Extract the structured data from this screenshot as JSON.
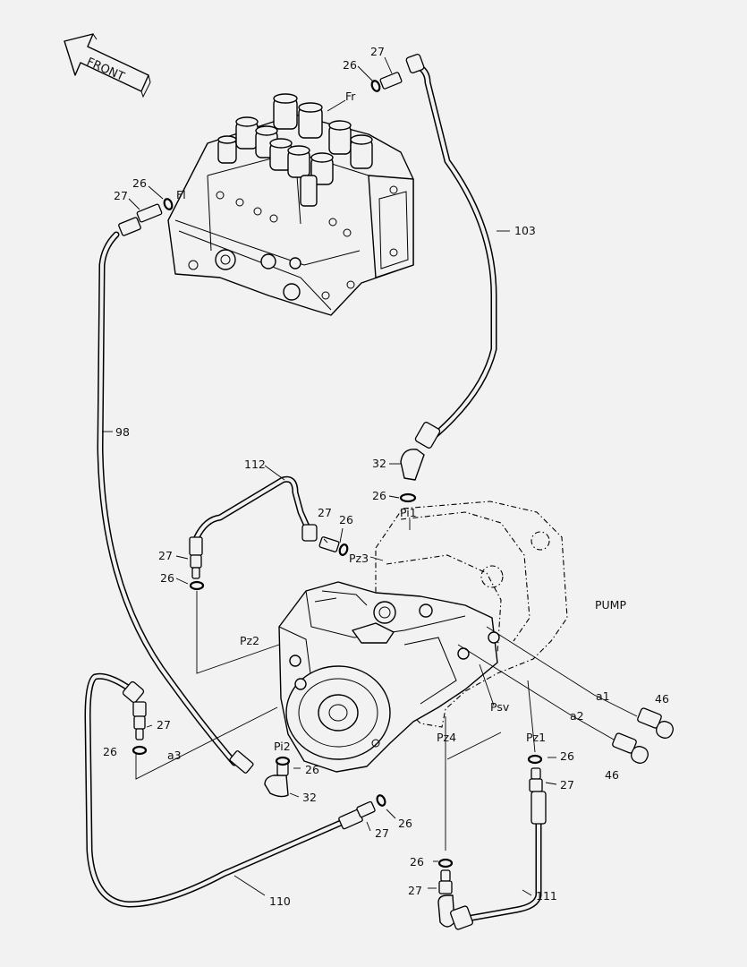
{
  "front_arrow": {
    "label": "FRONT"
  },
  "pump": {
    "label": "PUMP"
  },
  "port_labels": [
    {
      "id": "fr",
      "text": "Fr"
    },
    {
      "id": "fl",
      "text": "Fl"
    },
    {
      "id": "pi1",
      "text": "Pi1"
    },
    {
      "id": "pz3",
      "text": "Pz3"
    },
    {
      "id": "pz2",
      "text": "Pz2"
    },
    {
      "id": "pi2",
      "text": "Pi2"
    },
    {
      "id": "a3",
      "text": "a3"
    },
    {
      "id": "a1",
      "text": "a1"
    },
    {
      "id": "a2",
      "text": "a2"
    },
    {
      "id": "psv",
      "text": "Psv"
    },
    {
      "id": "pz4",
      "text": "Pz4"
    },
    {
      "id": "pz1",
      "text": "Pz1"
    }
  ],
  "callouts": [
    {
      "id": "c01",
      "text": "27"
    },
    {
      "id": "c02",
      "text": "26"
    },
    {
      "id": "c03",
      "text": "26"
    },
    {
      "id": "c04",
      "text": "27"
    },
    {
      "id": "c05",
      "text": "103"
    },
    {
      "id": "c06",
      "text": "98"
    },
    {
      "id": "c07",
      "text": "32"
    },
    {
      "id": "c08",
      "text": "26"
    },
    {
      "id": "c09",
      "text": "112"
    },
    {
      "id": "c10",
      "text": "27"
    },
    {
      "id": "c11",
      "text": "26"
    },
    {
      "id": "c12",
      "text": "27"
    },
    {
      "id": "c13",
      "text": "26"
    },
    {
      "id": "c14",
      "text": "46"
    },
    {
      "id": "c15",
      "text": "46"
    },
    {
      "id": "c16",
      "text": "27"
    },
    {
      "id": "c17",
      "text": "26"
    },
    {
      "id": "c18",
      "text": "26"
    },
    {
      "id": "c19",
      "text": "32"
    },
    {
      "id": "c20",
      "text": "26"
    },
    {
      "id": "c21",
      "text": "27"
    },
    {
      "id": "c22",
      "text": "26"
    },
    {
      "id": "c23",
      "text": "27"
    },
    {
      "id": "c24",
      "text": "26"
    },
    {
      "id": "c25",
      "text": "27"
    },
    {
      "id": "c26",
      "text": "110"
    },
    {
      "id": "c27",
      "text": "111"
    }
  ]
}
